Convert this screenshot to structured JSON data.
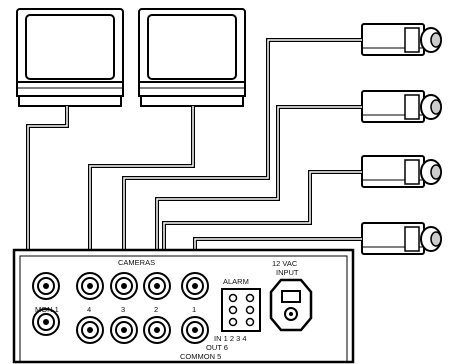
{
  "panel": {
    "cameras_label": "CAMERAS",
    "alarm_label": "ALARM",
    "power_label_line1": "12 VAC",
    "power_label_line2": "INPUT",
    "mon_label": "MON 1",
    "camera_input_numbers": [
      "4",
      "3",
      "2"
    ],
    "bottom_row_number": "1",
    "alarm_in_label": "IN 1 2 3 4",
    "out_label": "OUT 6",
    "common_label": "COMMON 5"
  },
  "devices": {
    "monitors": [
      "monitor-1",
      "monitor-2"
    ],
    "cameras": [
      "camera-1",
      "camera-2",
      "camera-3",
      "camera-4"
    ]
  }
}
